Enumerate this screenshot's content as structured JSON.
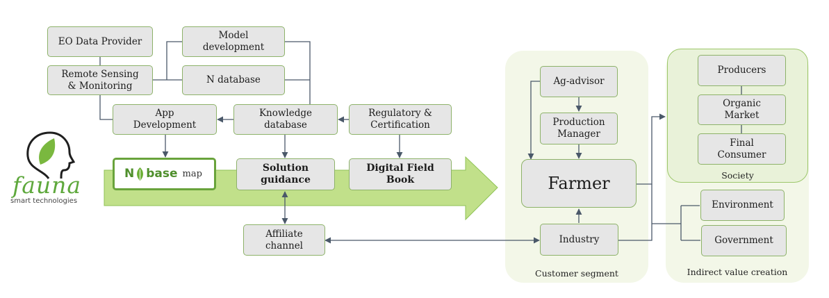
{
  "logo": {
    "wordmark": "fauna",
    "tagline": "smart technologies"
  },
  "boxes": {
    "eo_data_provider": "EO Data Provider",
    "remote_sensing": "Remote Sensing\n& Monitoring",
    "model_development": "Model\ndevelopment",
    "n_database": "N database",
    "app_development": "App\nDevelopment",
    "knowledge_database": "Knowledge\ndatabase",
    "regulatory": "Regulatory &\nCertification",
    "solution_guidance": "Solution\nguidance",
    "digital_field_book": "Digital Field\nBook",
    "affiliate_channel": "Affiliate\nchannel",
    "ag_advisor": "Ag-advisor",
    "production_manager": "Production\nManager",
    "farmer": "Farmer",
    "industry": "Industry",
    "producers": "Producers",
    "organic_market": "Organic\nMarket",
    "final_consumer": "Final\nConsumer",
    "environment": "Environment",
    "government": "Government"
  },
  "nbase": {
    "n": "N",
    "base": "base",
    "map": "map"
  },
  "labels": {
    "society": "Society",
    "customer_segment": "Customer segment",
    "indirect_value_creation": "Indirect value creation"
  },
  "colors": {
    "arrow_fill": "#c1e08a",
    "box_border": "#8db269",
    "box_fill": "#e6e6e6",
    "connector": "#4a5869",
    "brand_green": "#5ea83c"
  }
}
